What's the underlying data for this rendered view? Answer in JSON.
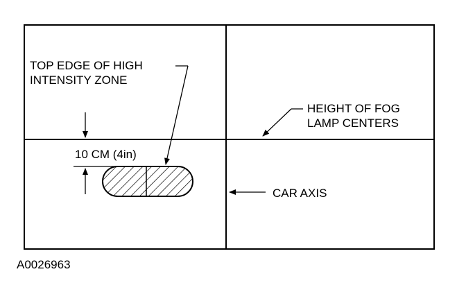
{
  "labels": {
    "top_edge_line1": "TOP EDGE OF HIGH",
    "top_edge_line2": "INTENSITY ZONE",
    "fog_height_line1": "HEIGHT OF FOG",
    "fog_height_line2": "LAMP CENTERS",
    "distance": "10 CM (4in)",
    "car_axis": "CAR AXIS",
    "figure_id": "A0026963"
  },
  "colors": {
    "ink": "#000000",
    "background": "#ffffff"
  }
}
